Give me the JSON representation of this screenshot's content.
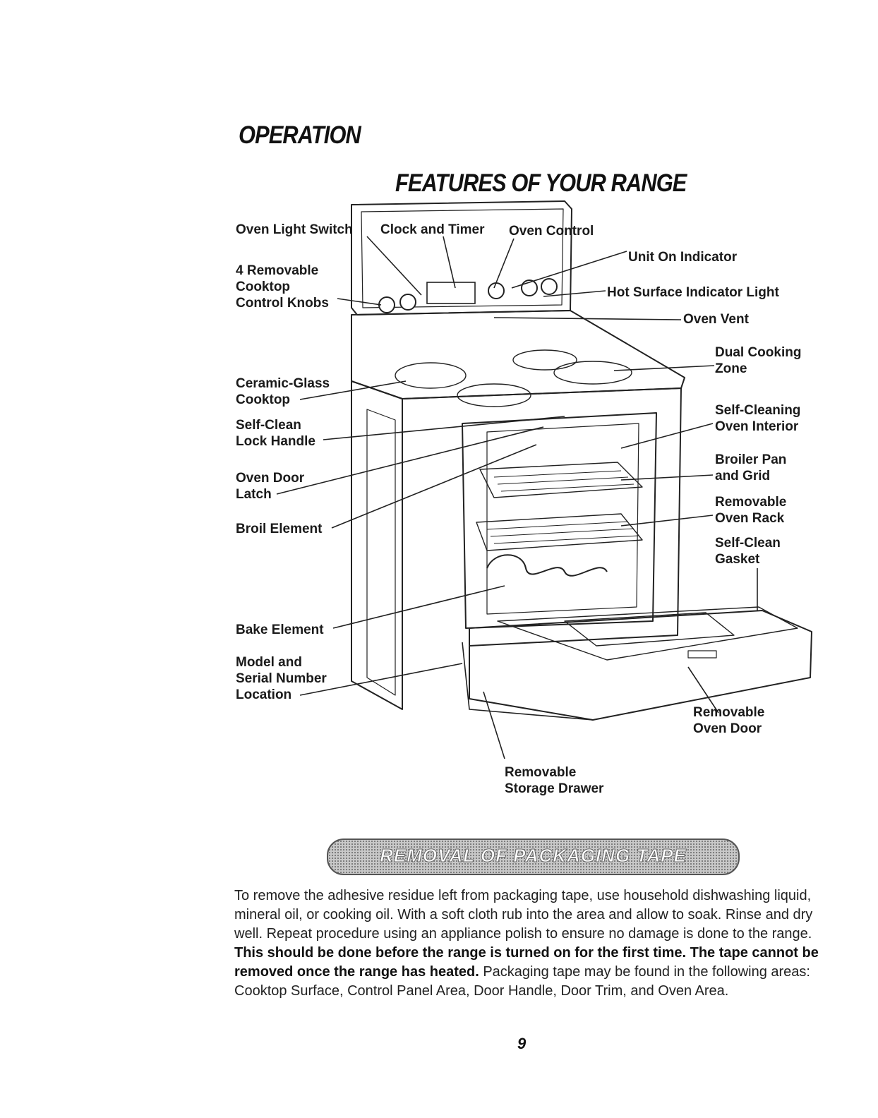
{
  "header": {
    "section_title": "OPERATION",
    "page_heading": "FEATURES OF YOUR RANGE"
  },
  "diagram": {
    "labels": {
      "oven_light_switch": "Oven Light Switch",
      "clock_and_timer": "Clock and Timer",
      "oven_control": "Oven Control",
      "unit_on_indicator": "Unit On Indicator",
      "cooktop_knobs": [
        "4 Removable",
        "Cooktop",
        "Control Knobs"
      ],
      "hot_surface_indicator": "Hot Surface Indicator Light",
      "oven_vent": "Oven Vent",
      "dual_cooking_zone": [
        "Dual Cooking",
        "Zone"
      ],
      "ceramic_glass_cooktop": [
        "Ceramic-Glass",
        "Cooktop"
      ],
      "self_cleaning_oven_interior": [
        "Self-Cleaning",
        "Oven Interior"
      ],
      "self_clean_lock_handle": [
        "Self-Clean",
        "Lock Handle"
      ],
      "broiler_pan_and_grid": [
        "Broiler Pan",
        "and Grid"
      ],
      "oven_door_latch": [
        "Oven Door",
        "Latch"
      ],
      "removable_oven_rack": [
        "Removable",
        "Oven Rack"
      ],
      "broil_element": "Broil Element",
      "self_clean_gasket": [
        "Self-Clean",
        "Gasket"
      ],
      "bake_element": "Bake Element",
      "model_serial_location": [
        "Model and",
        "Serial Number",
        "Location"
      ],
      "removable_oven_door": [
        "Removable",
        "Oven Door"
      ],
      "removable_storage_drawer": [
        "Removable",
        "Storage Drawer"
      ]
    }
  },
  "packaging_section": {
    "banner_title": "REMOVAL OF PACKAGING TAPE",
    "text_intro": "To remove the adhesive residue left from packaging tape, use household dishwashing liquid, mineral oil, or cooking oil. With a soft cloth rub into the area and allow to soak. Rinse and dry well. Repeat procedure using an appliance polish to ensure no damage is done to the range. ",
    "text_bold": "This should be done before the range is turned on for the first time. The tape cannot be removed once the range has heated.",
    "text_outro": " Packaging tape may be found in the following areas: Cooktop Surface, Control Panel Area, Door Handle, Door Trim, and Oven Area."
  },
  "footer": {
    "page_number": "9"
  }
}
